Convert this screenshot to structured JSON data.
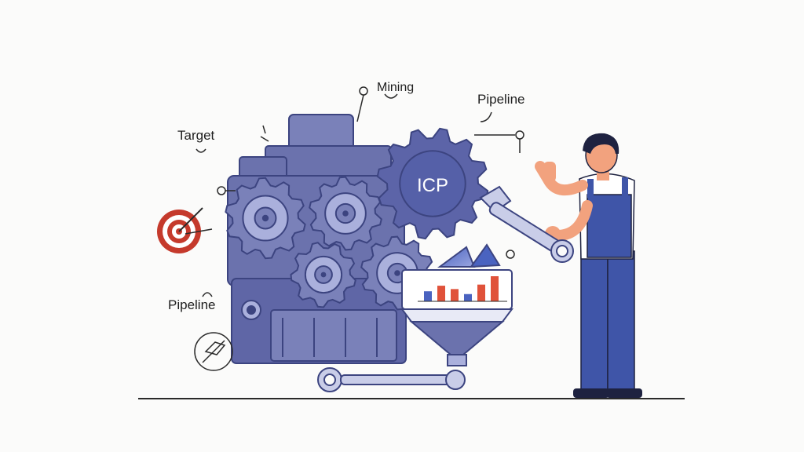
{
  "labels": {
    "top_center": "Mining",
    "top_right": "Pipeline",
    "left_top": "Target",
    "left_bottom": "Pipeline",
    "gear_center": "ICP"
  },
  "colors": {
    "machine": "#6b72ad",
    "machine_dark": "#3c4480",
    "machine_light": "#aab0dc",
    "gear_face": "#5c64a8",
    "overall_blue": "#3f55a8",
    "bar_red": "#e0523a",
    "bar_blue": "#4a63c0",
    "skin": "#f2a27e",
    "hair": "#1e2240",
    "target_red": "#c53a2c",
    "line": "#2a2a2a",
    "background": "#fbfbfa"
  },
  "icons": [
    "target-icon",
    "gear-icon",
    "wrench-icon",
    "funnel-icon",
    "bar-chart-icon",
    "pickaxe-icon"
  ],
  "chart_data": {
    "type": "bar",
    "values": [
      18,
      28,
      22,
      13,
      30,
      45
    ],
    "series_colors": [
      "bar_blue",
      "bar_red",
      "bar_red",
      "bar_blue",
      "bar_red",
      "bar_red"
    ]
  }
}
